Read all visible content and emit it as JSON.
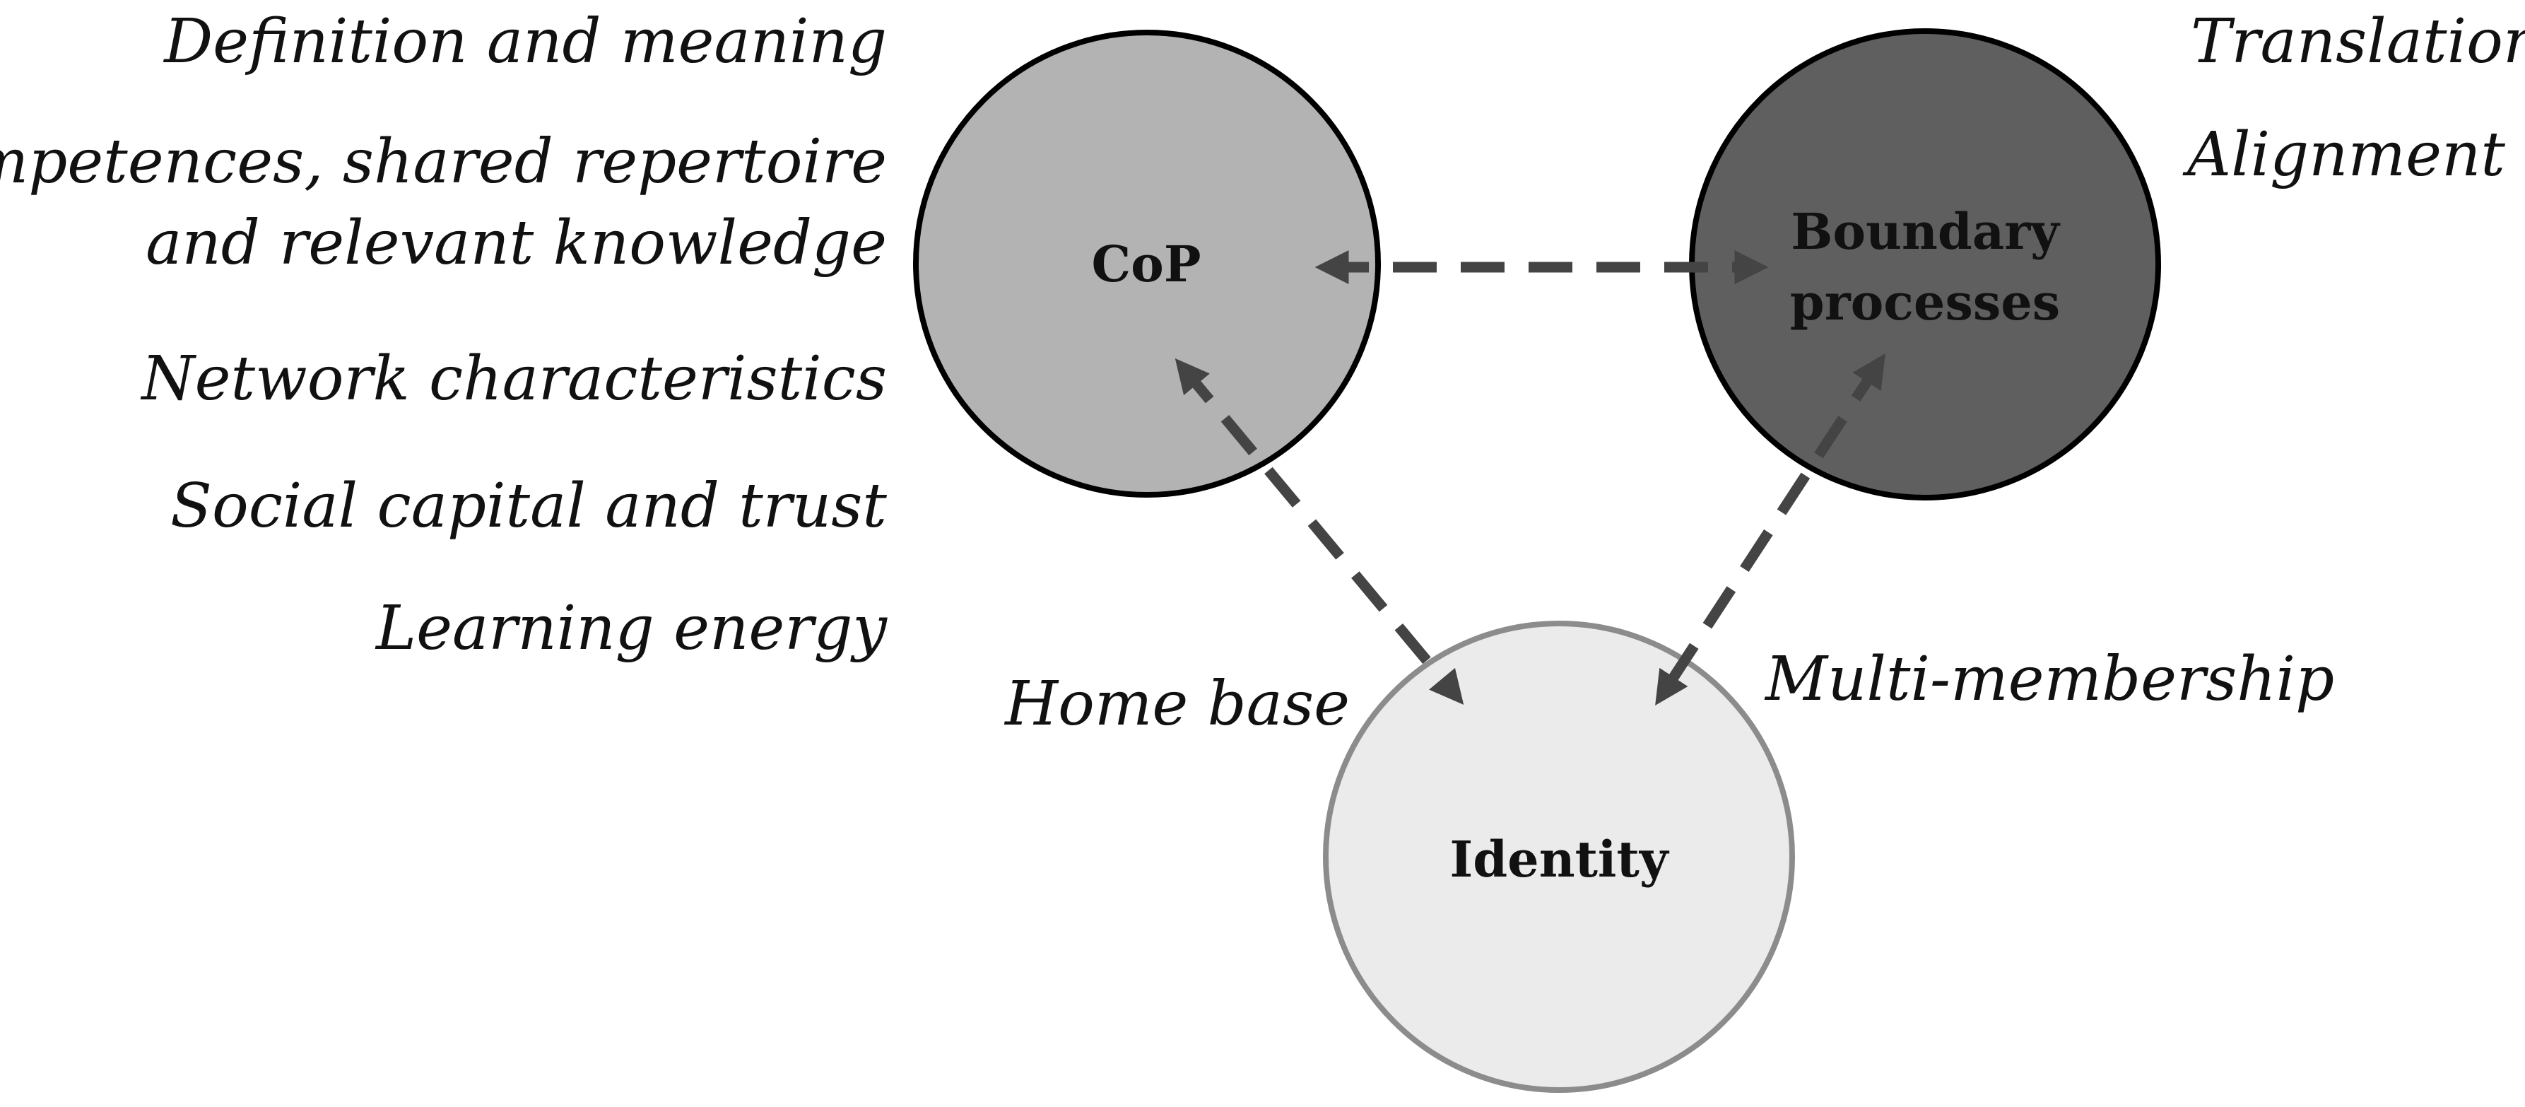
{
  "nodes": {
    "cop": {
      "label": "CoP",
      "fill": "#b3b3b3",
      "stroke": "#000000"
    },
    "boundary": {
      "label_line1": "Boundary",
      "label_line2": "processes",
      "fill": "#5f5f5f",
      "stroke": "#000000"
    },
    "identity": {
      "label": "Identity",
      "fill": "#ebebeb",
      "stroke": "#8c8c8c"
    }
  },
  "left_labels": {
    "definition": "Definition and meaning",
    "competences_line1": "Competences, shared repertoire",
    "competences_line2": "and relevant knowledge",
    "network": "Network characteristics",
    "social": "Social capital and trust",
    "learning": "Learning energy"
  },
  "right_labels": {
    "translation": "Translation",
    "alignment": "Alignment"
  },
  "edge_labels": {
    "home_base": "Home base",
    "multi_membership": "Multi-membership"
  },
  "connector_color": "#444444",
  "connector_style": "dashed-double-arrow"
}
